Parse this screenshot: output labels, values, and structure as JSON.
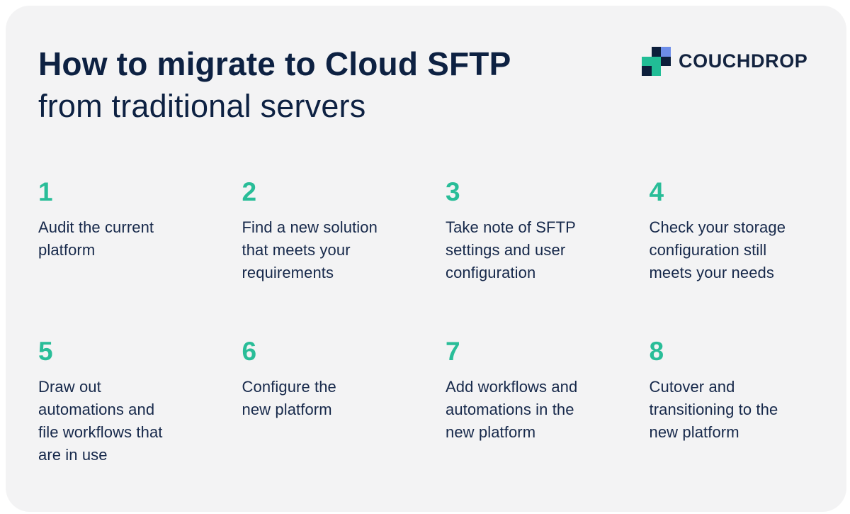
{
  "page": {
    "background_color": "#ffffff",
    "card_color": "#f3f3f4"
  },
  "header": {
    "title_line1": "How to migrate to Cloud SFTP",
    "title_line2": "from traditional servers"
  },
  "logo": {
    "text": "COUCHDROP",
    "icon": "couchdrop-pixel-mark",
    "colors": {
      "navy": "#0d1f3b",
      "blue": "#6d8de9",
      "teal": "#21bd96"
    }
  },
  "colors": {
    "accent_teal": "#29bd98",
    "text_navy": "#0d2142"
  },
  "steps": [
    {
      "number": "1",
      "text": "Audit the current\nplatform"
    },
    {
      "number": "2",
      "text": "Find a new solution\nthat meets your\nrequirements"
    },
    {
      "number": "3",
      "text": "Take note of SFTP\nsettings and user\nconfiguration"
    },
    {
      "number": "4",
      "text": "Check your storage\nconfiguration still\nmeets your needs"
    },
    {
      "number": "5",
      "text": "Draw out\nautomations and\nfile workflows that\nare in use"
    },
    {
      "number": "6",
      "text": "Configure the\nnew platform"
    },
    {
      "number": "7",
      "text": "Add workflows and\nautomations in the\nnew platform"
    },
    {
      "number": "8",
      "text": "Cutover and\ntransitioning to the\nnew platform"
    }
  ]
}
